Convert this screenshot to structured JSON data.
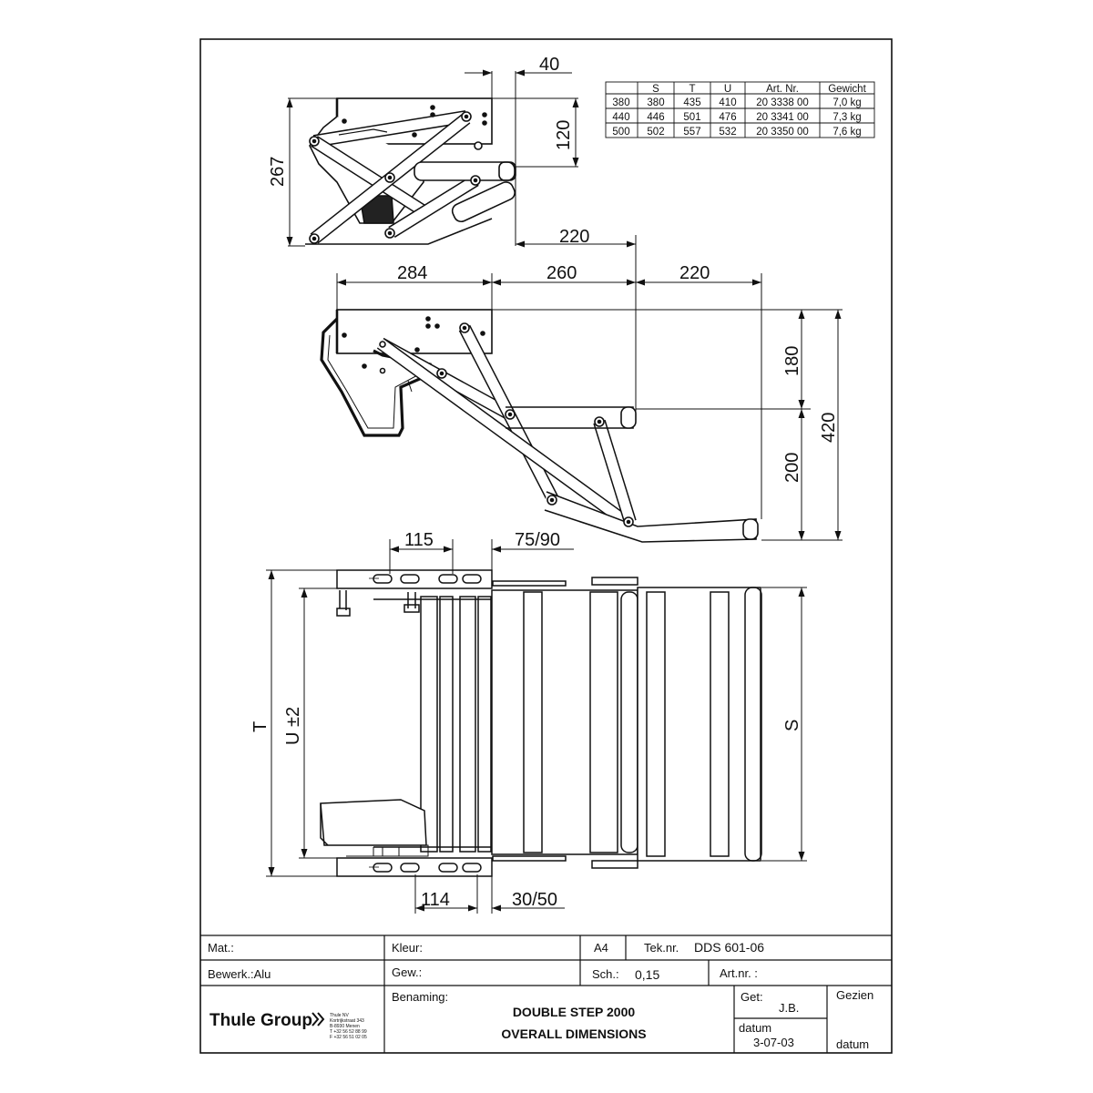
{
  "dims_top": {
    "d40": "40",
    "d120": "120",
    "d267": "267",
    "d220_top": "220"
  },
  "dims_side": {
    "d284": "284",
    "d260": "260",
    "d220": "220",
    "d180": "180",
    "d420": "420",
    "d200": "200"
  },
  "dims_plan": {
    "d115": "115",
    "d75_90": "75/90",
    "d114": "114",
    "d30_50": "30/50",
    "T": "T",
    "U": "U ±2",
    "S": "S"
  },
  "table": {
    "headers": [
      "",
      "S",
      "T",
      "U",
      "Art. Nr.",
      "Gewicht"
    ],
    "rows": [
      [
        "380",
        "380",
        "435",
        "410",
        "20 3338 00",
        "7,0 kg"
      ],
      [
        "440",
        "446",
        "501",
        "476",
        "20 3341 00",
        "7,3 kg"
      ],
      [
        "500",
        "502",
        "557",
        "532",
        "20 3350 00",
        "7,6 kg"
      ]
    ]
  },
  "title_block": {
    "mat_label": "Mat.:",
    "kleur_label": "Kleur:",
    "format": "A4",
    "teknr_label": "Tek.nr.",
    "teknr_value": "DDS 601-06",
    "bewerk": "Bewerk.:Alu",
    "gew_label": "Gew.:",
    "sch_label": "Sch.:",
    "sch_value": "0,15",
    "artnr_label": "Art.nr. :",
    "benaming_label": "Benaming:",
    "title_line1": "DOUBLE STEP 2000",
    "title_line2": "OVERALL DIMENSIONS",
    "get_label": "Get:",
    "get_value": "J.B.",
    "gezien_label": "Gezien",
    "datum_label": "datum",
    "datum_value": "3-07-03",
    "datum_label2": "datum",
    "company_logo": "Thule Group",
    "company_address": [
      "Thule NV",
      "Kortrijkstraat 343",
      "B-8930 Menen",
      "T +32 56 52 88 99",
      "F +32 56 51 02 05"
    ]
  }
}
